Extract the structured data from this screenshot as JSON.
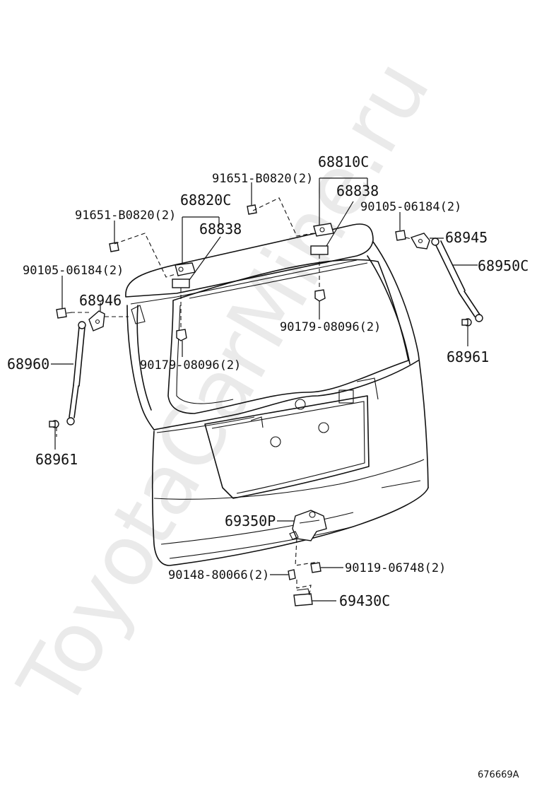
{
  "watermark": "ToyotaCarMine.ru",
  "diagram_code": "676669A",
  "labels": {
    "bolt_upper_center": "91651-B0820(2)",
    "hinge_center": "68810C",
    "hinge_center_sub": "68838",
    "hinge_left": "68820C",
    "hinge_left_sub": "68838",
    "bolt_upper_left": "91651-B0820(2)",
    "nut_right": "90105-06184(2)",
    "bracket_right": "68945",
    "strut_right": "68950C",
    "nut_left": "90105-06184(2)",
    "bracket_left": "68946",
    "clip_center": "90179-08096(2)",
    "clip_left": "90179-08096(2)",
    "strut_left": "68960",
    "ball_right": "68961",
    "ball_left": "68961",
    "lock": "69350P",
    "bolt_lock": "90119-06748(2)",
    "screw_striker": "90148-80066(2)",
    "striker": "69430C"
  }
}
